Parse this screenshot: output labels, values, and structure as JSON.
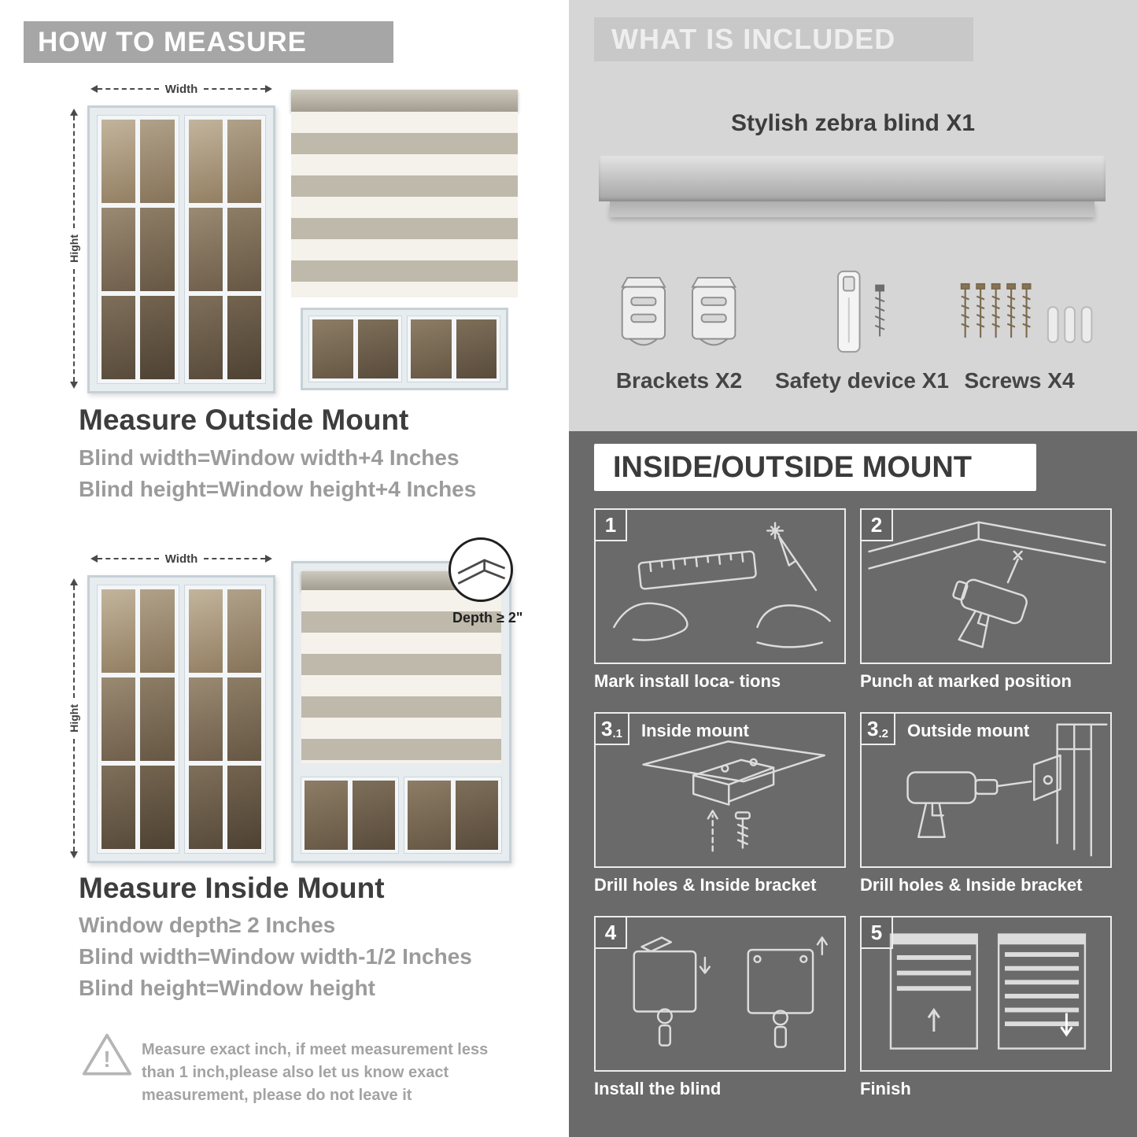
{
  "left": {
    "header": "HOW TO MEASURE",
    "outside": {
      "width_label": "Width",
      "height_label": "Hight",
      "title": "Measure Outside Mount",
      "lines": [
        "Blind width=Window width+4 Inches",
        "Blind height=Window height+4 Inches"
      ]
    },
    "inside": {
      "width_label": "Width",
      "height_label": "Hight",
      "depth_callout": "Depth ≥ 2\"",
      "title": "Measure Inside Mount",
      "lines": [
        "Window depth≥ 2 Inches",
        "Blind width=Window width-1/2 Inches",
        "Blind height=Window height"
      ]
    },
    "note": "Measure exact inch, if meet measurement less than 1 inch,please also let us know exact measurement, please do not leave it"
  },
  "included": {
    "header": "WHAT IS INCLUDED",
    "product_title": "Stylish zebra blind X1",
    "items": [
      {
        "label": "Brackets X2",
        "icon": "brackets-icon"
      },
      {
        "label": "Safety device X1",
        "icon": "safety-device-icon"
      },
      {
        "label": "Screws X4",
        "icon": "screws-icon"
      }
    ]
  },
  "mount": {
    "header": "INSIDE/OUTSIDE MOUNT",
    "steps": [
      {
        "num": "1",
        "caption": "Mark install loca- tions"
      },
      {
        "num": "2",
        "caption": "Punch at  marked position"
      },
      {
        "num": "3",
        "sub": ".1",
        "inline_label": "Inside mount",
        "caption": "Drill holes &  Inside bracket"
      },
      {
        "num": "3",
        "sub": ".2",
        "inline_label": "Outside mount",
        "caption": "Drill holes &  Inside bracket"
      },
      {
        "num": "4",
        "caption": "Install the blind"
      },
      {
        "num": "5",
        "caption": "Finish"
      }
    ]
  },
  "colors": {
    "header_gray": "#a6a6a6",
    "included_bg": "#d6d6d6",
    "mount_bg": "#6a6a6a"
  }
}
